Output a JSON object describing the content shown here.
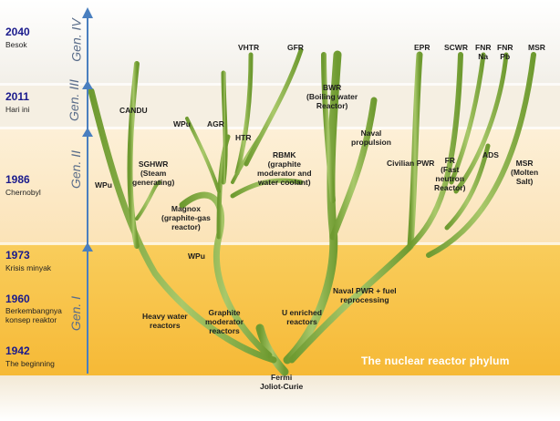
{
  "title": "The nuclear reactor phylum",
  "colors": {
    "gen4_band": "#f4f1ea",
    "gen3_band": "#f6efe0",
    "gen2_band": "#fce7c2",
    "gen1_band": "#f8c24a",
    "axis": "#4a7fbf",
    "stem": "#8fb24c",
    "stem_dark": "#5c8a2a"
  },
  "timeline": [
    {
      "year": "2040",
      "label": "Besok"
    },
    {
      "year": "2011",
      "label": "Hari ini"
    },
    {
      "year": "1986",
      "label": "Chernobyl"
    },
    {
      "year": "1973",
      "label": "Krisis minyak"
    },
    {
      "year": "1960",
      "label": "Berkembangnya konsep reaktor"
    },
    {
      "year": "1942",
      "label": "The beginning"
    }
  ],
  "generations": [
    {
      "label": "Gen. IV"
    },
    {
      "label": "Gen. III"
    },
    {
      "label": "Gen. II"
    },
    {
      "label": "Gen. I"
    }
  ],
  "nodes": [
    {
      "id": "vhtr",
      "label": "VHTR"
    },
    {
      "id": "gfr",
      "label": "GFR"
    },
    {
      "id": "epr",
      "label": "EPR"
    },
    {
      "id": "scwr",
      "label": "SCWR"
    },
    {
      "id": "fnr_na",
      "label": "FNR\nNa"
    },
    {
      "id": "fnr_pb",
      "label": "FNR\nPb"
    },
    {
      "id": "msr_top",
      "label": "MSR"
    },
    {
      "id": "candu",
      "label": "CANDU"
    },
    {
      "id": "wpu_1",
      "label": "WPu"
    },
    {
      "id": "agr",
      "label": "AGR"
    },
    {
      "id": "bwr",
      "label": "BWR\n(Boiling water\nReactor)"
    },
    {
      "id": "htr",
      "label": "HTR"
    },
    {
      "id": "naval",
      "label": "Naval\npropulsion"
    },
    {
      "id": "rbmk",
      "label": "RBMK\n(graphite\nmoderator and\nwater coolant)"
    },
    {
      "id": "sghwr",
      "label": "SGHWR\n(Steam\ngenerating)"
    },
    {
      "id": "wpu_2",
      "label": "WPu"
    },
    {
      "id": "civilian_pwr",
      "label": "Civilian PWR"
    },
    {
      "id": "fr",
      "label": "FR\n(Fast\nneutron\nReactor)"
    },
    {
      "id": "ads",
      "label": "ADS"
    },
    {
      "id": "msr",
      "label": "MSR\n(Molten\nSalt)"
    },
    {
      "id": "magnox",
      "label": "Magnox\n(graphite-gas\nreactor)"
    },
    {
      "id": "wpu_3",
      "label": "WPu"
    },
    {
      "id": "naval_pwr",
      "label": "Naval PWR + fuel\nreprocessing"
    },
    {
      "id": "heavy_water",
      "label": "Heavy water\nreactors"
    },
    {
      "id": "graphite",
      "label": "Graphite\nmoderator\nreactors"
    },
    {
      "id": "u_enriched",
      "label": "U enriched\nreactors"
    },
    {
      "id": "fermi",
      "label": "Fermi\nJoliot-Curie"
    }
  ]
}
